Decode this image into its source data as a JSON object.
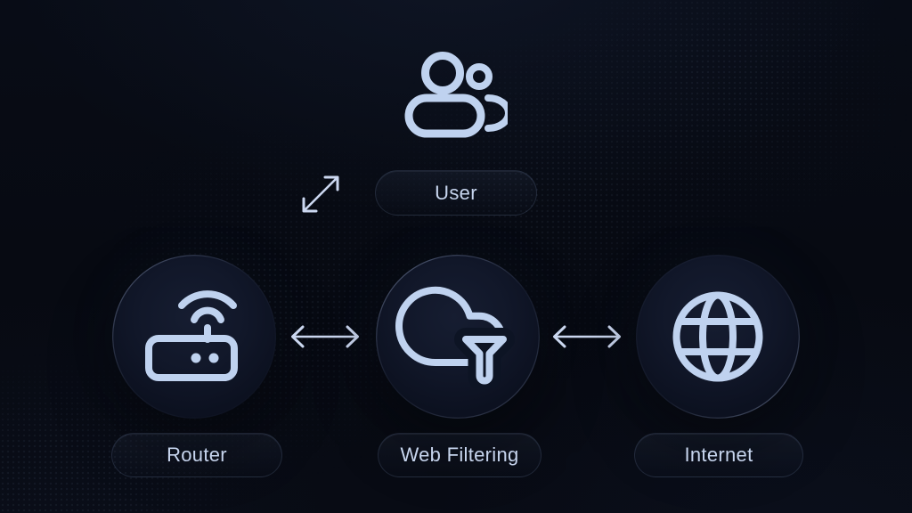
{
  "diagram": {
    "nodes": [
      {
        "id": "user",
        "label": "User",
        "icon": "users-icon"
      },
      {
        "id": "router",
        "label": "Router",
        "icon": "wifi-router-icon"
      },
      {
        "id": "web_filtering",
        "label": "Web Filtering",
        "icon": "cloud-filter-icon"
      },
      {
        "id": "internet",
        "label": "Internet",
        "icon": "globe-icon"
      }
    ],
    "connections": [
      {
        "from": "User",
        "to": "Router",
        "style": "double-headed-diagonal-arrow"
      },
      {
        "from": "Router",
        "to": "Web Filtering",
        "style": "double-headed-horizontal-arrow"
      },
      {
        "from": "Web Filtering",
        "to": "Internet",
        "style": "double-headed-horizontal-arrow"
      }
    ],
    "colors": {
      "background": "#080c15",
      "icon_stroke": "#bfd2ef",
      "arrow": "#cbd7f0",
      "label_text": "#c7d5ee",
      "node_fill": "#131a2b",
      "pill_border": "rgba(156,178,226,0.15)"
    }
  }
}
